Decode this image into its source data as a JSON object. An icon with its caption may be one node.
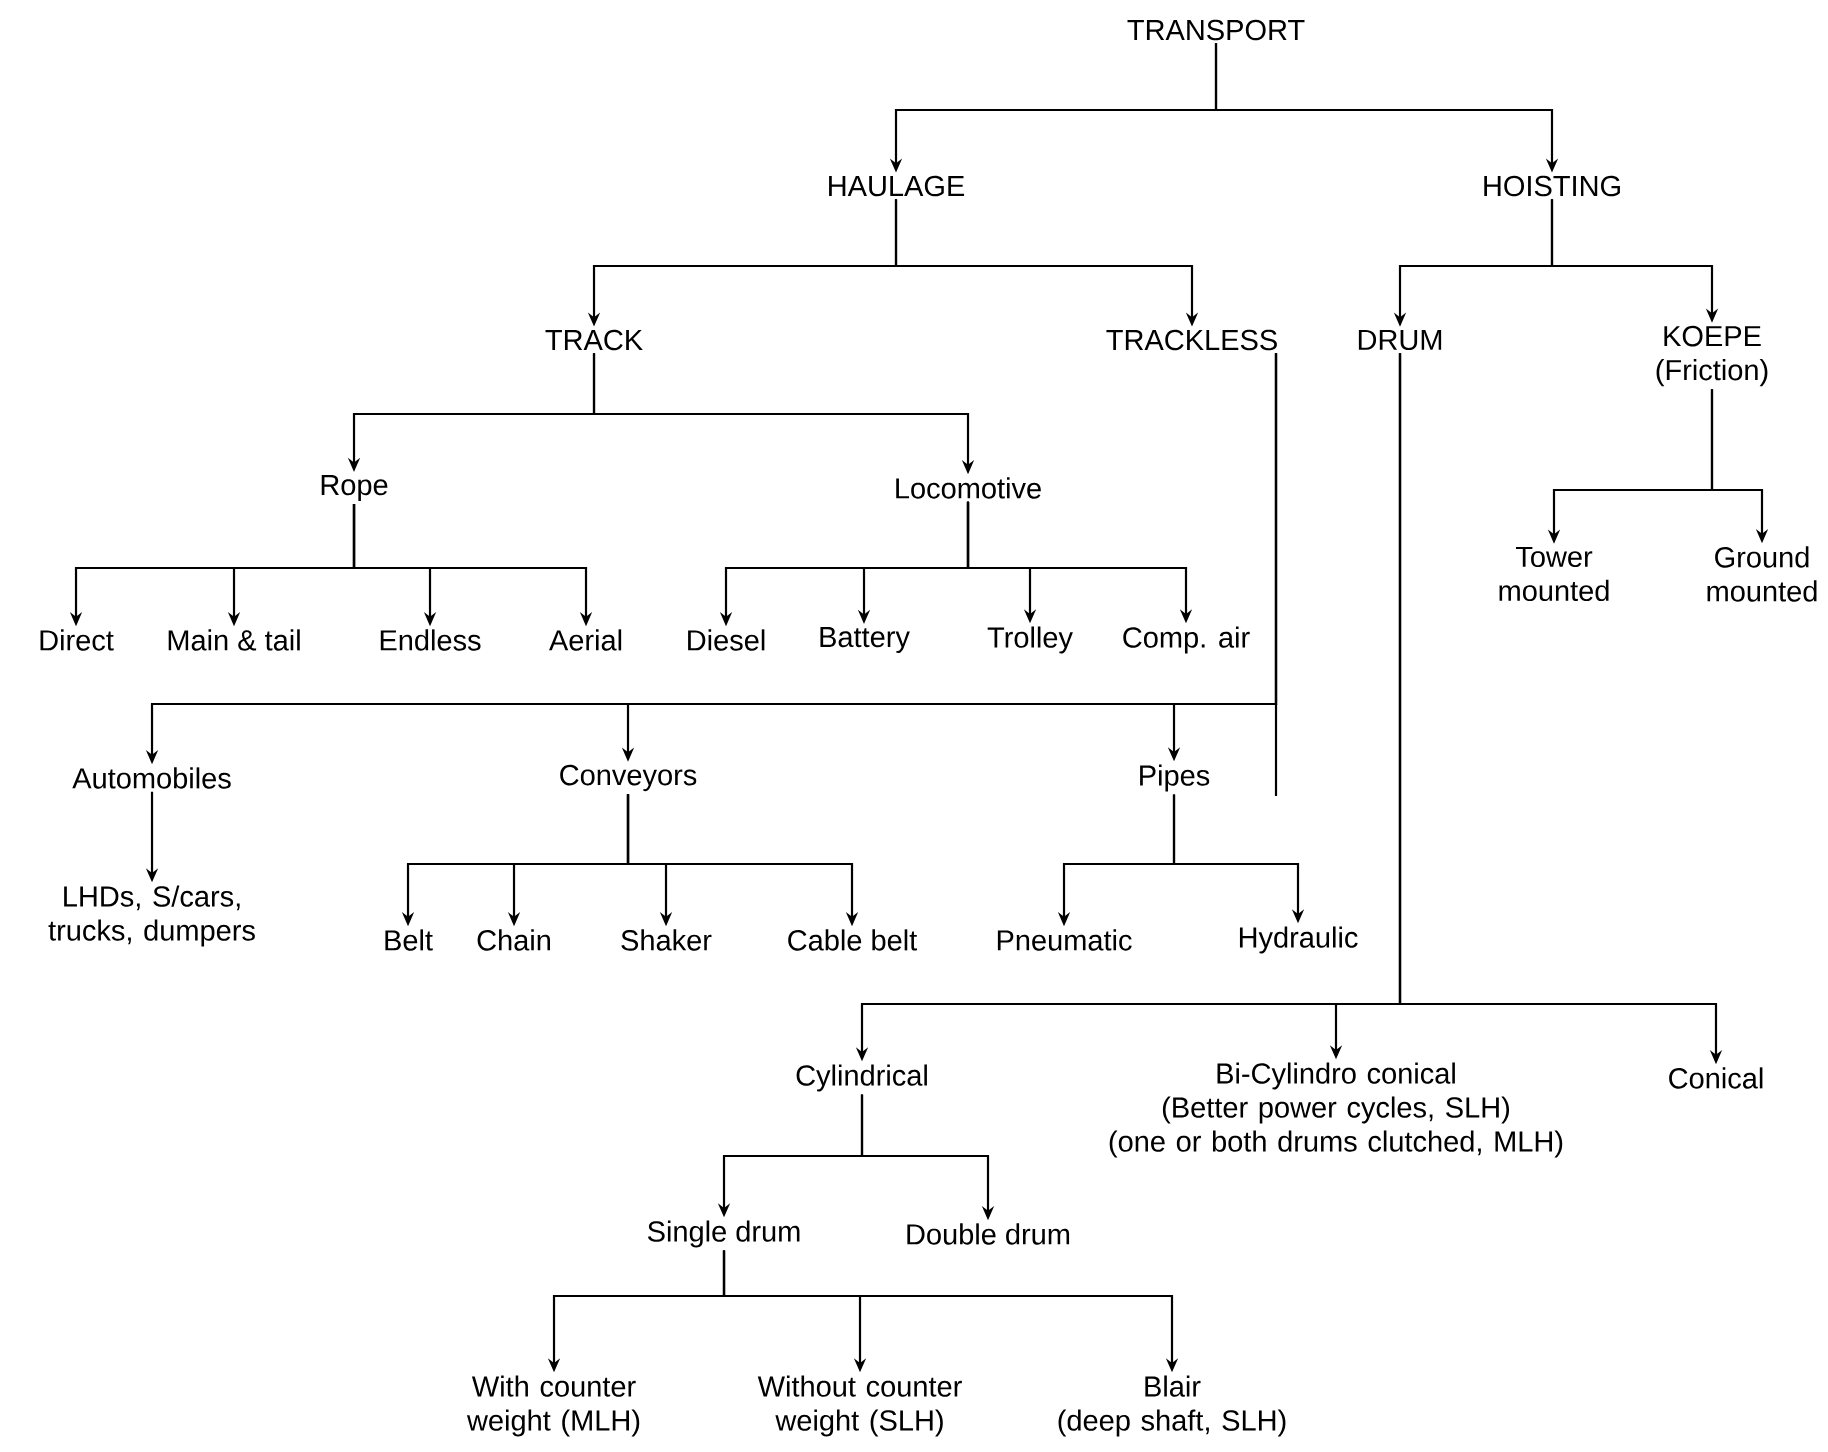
{
  "diagram": {
    "nodes": [
      {
        "text": [
          "TRANSPORT"
        ]
      },
      {
        "text": [
          "HAULAGE"
        ]
      },
      {
        "text": [
          "HOISTING"
        ]
      },
      {
        "text": [
          "TRACK"
        ]
      },
      {
        "text": [
          "TRACKLESS"
        ]
      },
      {
        "text": [
          "DRUM"
        ]
      },
      {
        "text": [
          "KOEPE",
          "(Friction)"
        ]
      },
      {
        "text": [
          "Rope"
        ]
      },
      {
        "text": [
          "Locomotive"
        ]
      },
      {
        "text": [
          "Direct"
        ]
      },
      {
        "text": [
          "Main & tail"
        ]
      },
      {
        "text": [
          "Endless"
        ]
      },
      {
        "text": [
          "Aerial"
        ]
      },
      {
        "text": [
          "Diesel"
        ]
      },
      {
        "text": [
          "Battery"
        ]
      },
      {
        "text": [
          "Trolley"
        ]
      },
      {
        "text": [
          "Comp. air"
        ]
      },
      {
        "text": [
          "Automobiles"
        ]
      },
      {
        "text": [
          "Conveyors"
        ]
      },
      {
        "text": [
          "Pipes"
        ]
      },
      {
        "text": [
          "LHDs, S/cars, trucks, dumpers"
        ]
      },
      {
        "text": [
          "Belt"
        ]
      },
      {
        "text": [
          "Chain"
        ]
      },
      {
        "text": [
          "Shaker"
        ]
      },
      {
        "text": [
          "Cable belt"
        ]
      },
      {
        "text": [
          "Pneumatic"
        ]
      },
      {
        "text": [
          "Hydraulic"
        ]
      },
      {
        "text": [
          "Cylindrical"
        ]
      },
      {
        "text": [
          "Bi-Cylindro conical",
          "(Better power cycles, SLH)",
          "(one or both drums clutched, MLH)"
        ]
      },
      {
        "text": [
          "Conical"
        ]
      },
      {
        "text": [
          "Single drum"
        ]
      },
      {
        "text": [
          "Double drum"
        ]
      },
      {
        "text": [
          "With counter weight (MLH)"
        ]
      },
      {
        "text": [
          "Without counter weight (SLH)"
        ]
      },
      {
        "text": [
          "Blair",
          "(deep shaft, SLH)"
        ]
      },
      {
        "text": [
          "Tower mounted"
        ]
      },
      {
        "text": [
          "Ground mounted"
        ]
      }
    ],
    "edges": [
      {
        "from": 0,
        "to": 1,
        "arrow": "to"
      },
      {
        "from": 0,
        "to": 2,
        "arrow": "to"
      },
      {
        "from": 1,
        "to": 3,
        "arrow": "to"
      },
      {
        "from": 1,
        "to": 4,
        "arrow": "to"
      },
      {
        "from": 2,
        "to": 5,
        "arrow": "to"
      },
      {
        "from": 2,
        "to": 6,
        "arrow": "to"
      },
      {
        "from": 3,
        "to": 7,
        "arrow": "to"
      },
      {
        "from": 3,
        "to": 8,
        "arrow": "to"
      },
      {
        "from": 6,
        "to": 35,
        "arrow": "to"
      },
      {
        "from": 6,
        "to": 36,
        "arrow": "to"
      },
      {
        "from": 7,
        "to": 9,
        "arrow": "to"
      },
      {
        "from": 7,
        "to": 10,
        "arrow": "to"
      },
      {
        "from": 7,
        "to": 11,
        "arrow": "to"
      },
      {
        "from": 7,
        "to": 12,
        "arrow": "to"
      },
      {
        "from": 8,
        "to": 13,
        "arrow": "to"
      },
      {
        "from": 8,
        "to": 14,
        "arrow": "to"
      },
      {
        "from": 8,
        "to": 15,
        "arrow": "to"
      },
      {
        "from": 8,
        "to": 16,
        "arrow": "to"
      },
      {
        "from": 4,
        "to": 17,
        "arrow": "to"
      },
      {
        "from": 4,
        "to": 18,
        "arrow": "to"
      },
      {
        "from": 4,
        "to": 19,
        "arrow": "to"
      },
      {
        "from": 17,
        "to": 20,
        "arrow": "to"
      },
      {
        "from": 18,
        "to": 21,
        "arrow": "to"
      },
      {
        "from": 18,
        "to": 22,
        "arrow": "to"
      },
      {
        "from": 18,
        "to": 23,
        "arrow": "to"
      },
      {
        "from": 18,
        "to": 24,
        "arrow": "to"
      },
      {
        "from": 19,
        "to": 25,
        "arrow": "to"
      },
      {
        "from": 19,
        "to": 26,
        "arrow": "to"
      },
      {
        "from": 5,
        "to": 27,
        "arrow": "to"
      },
      {
        "from": 5,
        "to": 28,
        "arrow": "to"
      },
      {
        "from": 5,
        "to": 29,
        "arrow": "to"
      },
      {
        "from": 27,
        "to": 30,
        "arrow": "to"
      },
      {
        "from": 27,
        "to": 31,
        "arrow": "to"
      },
      {
        "from": 30,
        "to": 32,
        "arrow": "to"
      },
      {
        "from": 30,
        "to": 33,
        "arrow": "to"
      },
      {
        "from": 30,
        "to": 34,
        "arrow": "to"
      }
    ]
  }
}
